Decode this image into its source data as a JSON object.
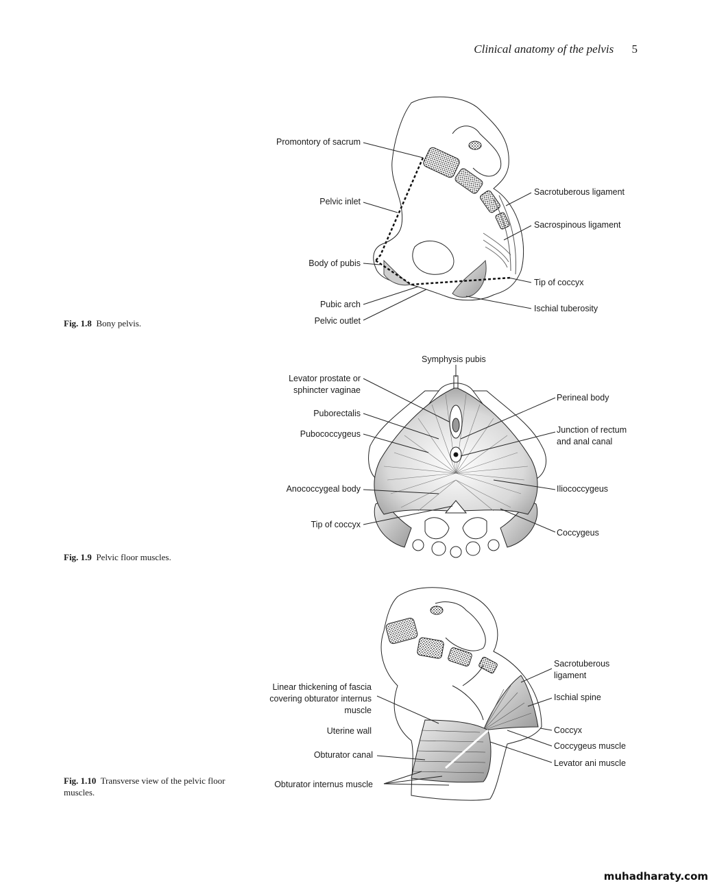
{
  "header": {
    "title": "Clinical anatomy of the pelvis",
    "page_number": "5"
  },
  "figures": [
    {
      "id": "fig-1-8",
      "number": "Fig. 1.8",
      "caption": "Bony pelvis.",
      "labels": {
        "promontory": "Promontory of sacrum",
        "pelvic_inlet": "Pelvic inlet",
        "body_pubis": "Body of pubis",
        "pubic_arch": "Pubic arch",
        "pelvic_outlet": "Pelvic outlet",
        "sacrotuberous": "Sacrotuberous ligament",
        "sacrospinous": "Sacrospinous ligament",
        "tip_coccyx": "Tip of coccyx",
        "ischial_tuberosity": "Ischial tuberosity"
      }
    },
    {
      "id": "fig-1-9",
      "number": "Fig. 1.9",
      "caption": "Pelvic floor muscles.",
      "labels": {
        "symphysis": "Symphysis pubis",
        "levator_prostate": "Levator prostate or sphincter vaginae",
        "puborectalis": "Puborectalis",
        "pubococcygeus": "Pubococcygeus",
        "anococcygeal": "Anococcygeal body",
        "tip_coccyx": "Tip of coccyx",
        "perineal_body": "Perineal body",
        "junction": "Junction of rectum and anal canal",
        "iliococcygeus": "Iliococcygeus",
        "coccygeus": "Coccygeus"
      }
    },
    {
      "id": "fig-1-10",
      "number": "Fig. 1.10",
      "caption": "Transverse view of the pelvic floor muscles.",
      "labels": {
        "linear_thickening": "Linear thickening of fascia covering obturator internus muscle",
        "uterine_wall": "Uterine wall",
        "obturator_canal": "Obturator canal",
        "obturator_internus": "Obturator internus muscle",
        "sacrotuberous": "Sacrotuberous ligament",
        "ischial_spine": "Ischial spine",
        "coccyx": "Coccyx",
        "coccygeus_muscle": "Coccygeus muscle",
        "levator_ani": "Levator ani muscle"
      }
    }
  ],
  "watermark": "muhadharaty.com"
}
